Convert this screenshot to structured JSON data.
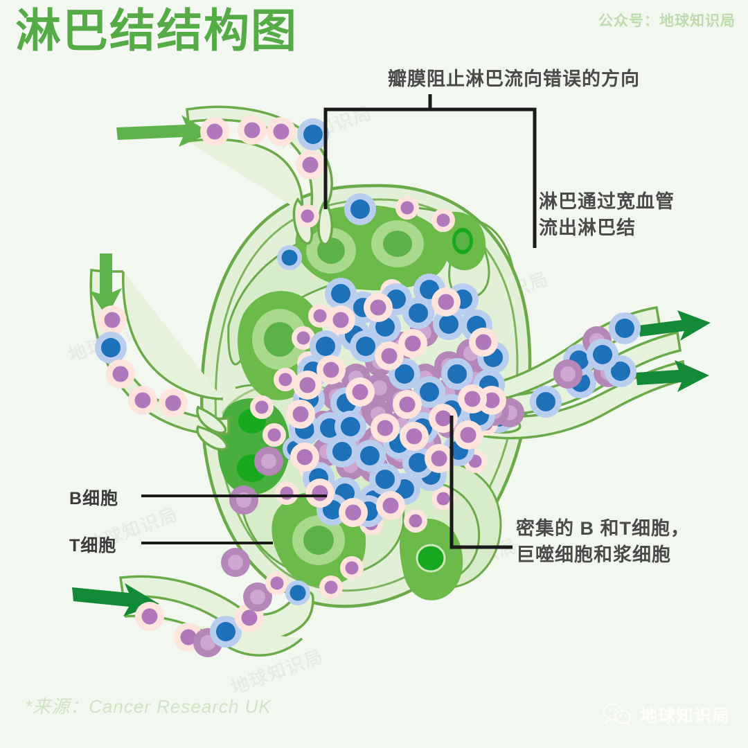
{
  "header": {
    "title": "淋巴结结构图",
    "wechat_label": "公众号：地球知识局",
    "title_color": "#55ab46"
  },
  "annotations": {
    "valve": "瓣膜阻止淋巴流向错误的方向",
    "efferent": "淋巴通过宽血管\n流出淋巴结",
    "dense": "密集的 B 和T细胞，\n巨噬细胞和浆细胞",
    "b_cell": "B细胞",
    "t_cell": "T细胞"
  },
  "footer": {
    "source": "*来源：Cancer Research UK",
    "brand": "地球知识局"
  },
  "watermark": {
    "text": "地球知识局"
  },
  "diagram": {
    "name": "lymph-node-structure",
    "colors": {
      "background": "#f2f7f0",
      "capsule_fill": "#e2f0d8",
      "capsule_stroke": "#6aaa48",
      "cortex_fill": "#d8ecc9",
      "follicle_ring": "#6bba4a",
      "follicle_inner": "#a9d98c",
      "follicle_core": "#5cb247",
      "germinal_bright": "#17a81f",
      "vessel_fill": "#e6f2dc",
      "vessel_stroke": "#6aaa48",
      "arrow_light": "#5fb34a",
      "arrow_dark": "#138a35",
      "b_cell_halo": "#fde4dc",
      "b_cell_nucleus": "#b077bb",
      "t_cell_halo": "#b9cdee",
      "t_cell_nucleus": "#1c71b8",
      "macrophage": "#b586b8",
      "macrophage_core": "#cda7cf",
      "leader_line": "#1a1a1a"
    },
    "legend": {
      "b_cell": "B细胞",
      "t_cell": "T细胞"
    },
    "flows": [
      {
        "name": "afferent-top-left",
        "direction": "in",
        "arrow": "right"
      },
      {
        "name": "afferent-mid-left",
        "direction": "in",
        "arrow": "down"
      },
      {
        "name": "afferent-bottom-left",
        "direction": "in",
        "arrow": "right-down"
      },
      {
        "name": "efferent-upper-right",
        "direction": "out",
        "arrow": "right-up"
      },
      {
        "name": "efferent-lower-right",
        "direction": "out",
        "arrow": "right-down"
      }
    ]
  }
}
